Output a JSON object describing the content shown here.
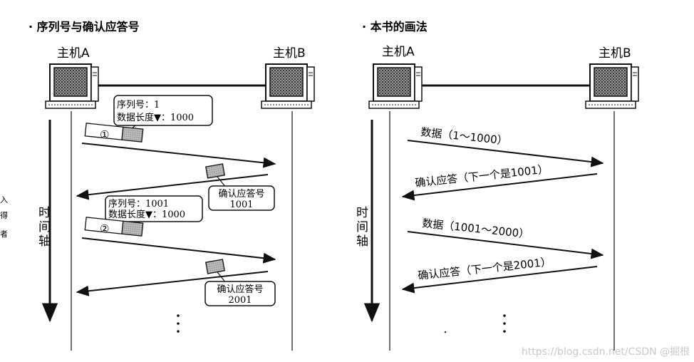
{
  "left_panel": {
    "title": "· 序列号与确认应答号",
    "host_a": "主机A",
    "host_b": "主机B",
    "time_axis": [
      "时",
      "间",
      "轴"
    ],
    "packet1": {
      "num": "①",
      "seq_line": "序列号：1",
      "len_line": "数据长度▼：1000"
    },
    "ack1": {
      "line1": "确认应答号",
      "line2": "1001"
    },
    "packet2": {
      "num": "②",
      "seq_line": "序列号：1001",
      "len_line": "数据长度▼：1000"
    },
    "ack2": {
      "line1": "确认应答号",
      "line2": "2001"
    },
    "margin_fragment": [
      "入",
      "得",
      "者"
    ]
  },
  "right_panel": {
    "title": "· 本书的画法",
    "host_a": "主机A",
    "host_b": "主机B",
    "time_axis": [
      "时",
      "间",
      "轴"
    ],
    "data1": "数据（1～1000）",
    "ack1": "确认应答（下一个是1001）",
    "data2": "数据（1001～2000）",
    "ack2": "确认应答（下一个是2001）"
  },
  "watermark": "https://blog.csdn.net/CSDN @掘根"
}
